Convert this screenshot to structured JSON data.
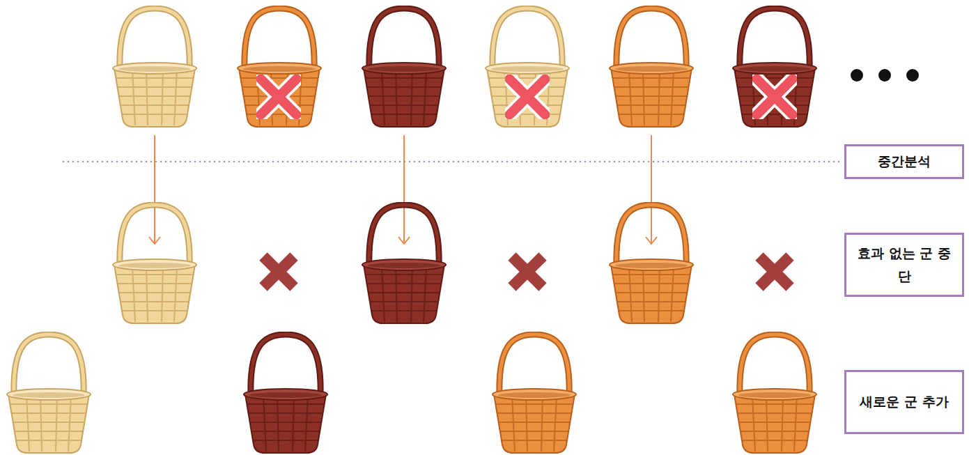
{
  "diagram": {
    "nodes": [
      {
        "text": [
          "중간분석"
        ]
      },
      {
        "text": [
          "효과 없는 군 중단"
        ]
      },
      {
        "text": [
          "새로운 군 추가"
        ]
      }
    ]
  }
}
